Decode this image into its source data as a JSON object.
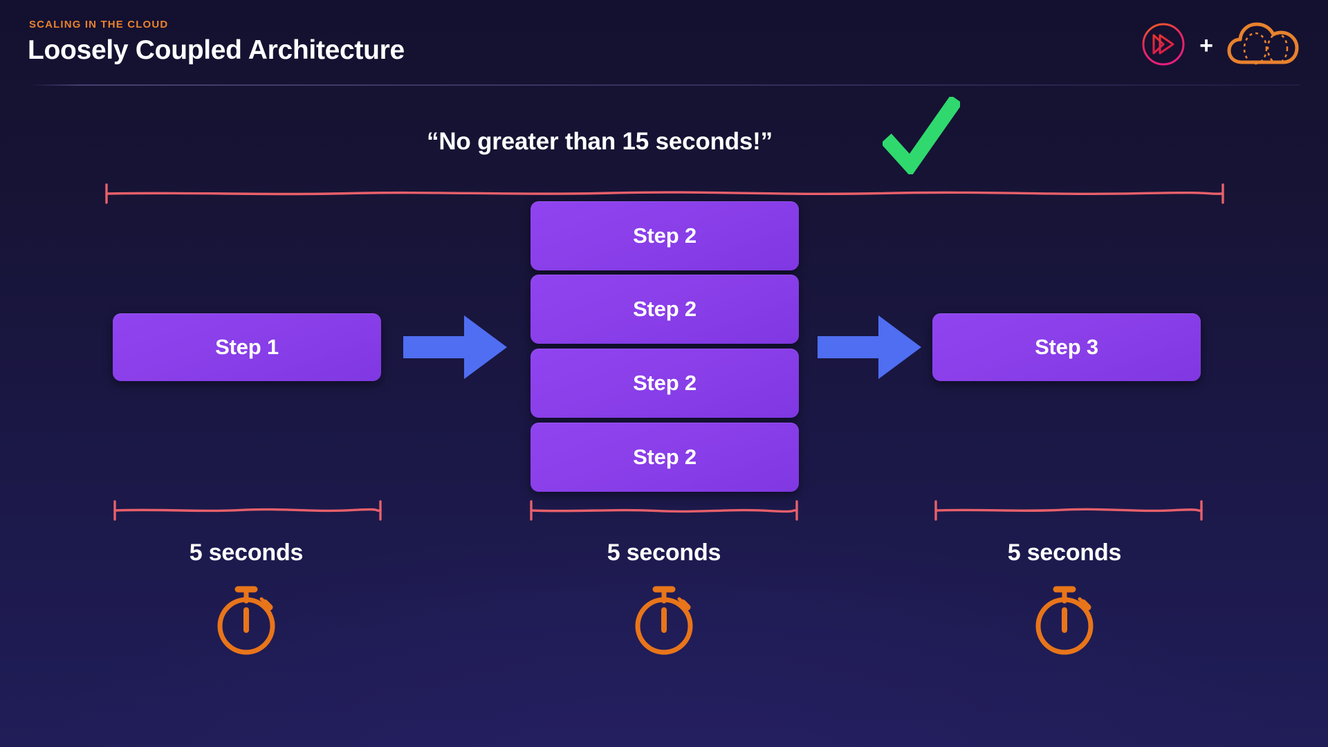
{
  "header": {
    "eyebrow": "SCALING IN THE CLOUD",
    "title": "Loosely Coupled Architecture",
    "plus": "+",
    "logo_left_name": "play-circle-logo",
    "logo_right_name": "cloud-logo"
  },
  "callout": {
    "quote": "“No greater than 15 seconds!”",
    "check_icon": "green-check-icon",
    "check_color": "#2fd96e"
  },
  "diagram": {
    "step1": {
      "label": "Step 1"
    },
    "step2_stack": [
      {
        "label": "Step 2"
      },
      {
        "label": "Step 2"
      },
      {
        "label": "Step 2"
      },
      {
        "label": "Step 2"
      }
    ],
    "step3": {
      "label": "Step 3"
    },
    "arrows": [
      {
        "name": "arrow-step1-to-step2"
      },
      {
        "name": "arrow-step2-to-step3"
      }
    ],
    "brackets": {
      "total": {
        "name": "total-duration-bracket"
      },
      "step1": {
        "name": "step1-duration-bracket"
      },
      "step2": {
        "name": "step2-duration-bracket"
      },
      "step3": {
        "name": "step3-duration-bracket"
      }
    }
  },
  "timings": [
    {
      "label": "5 seconds",
      "icon": "stopwatch-icon"
    },
    {
      "label": "5 seconds",
      "icon": "stopwatch-icon"
    },
    {
      "label": "5 seconds",
      "icon": "stopwatch-icon"
    }
  ],
  "colors": {
    "background_top": "#14102f",
    "background_bottom": "#201d58",
    "eyebrow": "#e8822e",
    "step_purple": "#8a3fe9",
    "arrow_blue": "#4f6ef2",
    "bracket_red": "#e8606b",
    "stopwatch_orange": "#e8751a",
    "check_green": "#2fd96e"
  }
}
